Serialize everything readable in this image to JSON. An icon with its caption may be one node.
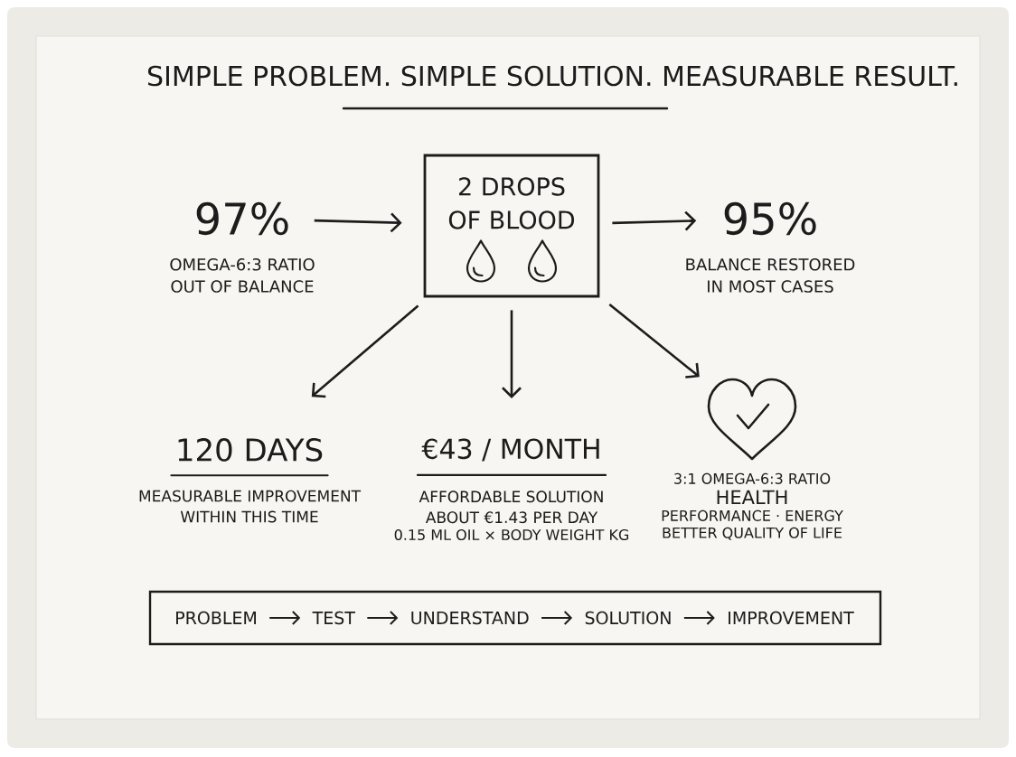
{
  "diagram": {
    "title": "SIMPLE PROBLEM. SIMPLE SOLUTION. MEASURABLE RESULT.",
    "nodes": [
      {
        "text": [
          "97%",
          "OMEGA-6:3 RATIO OUT OF BALANCE"
        ]
      },
      {
        "text": [
          "2 DROPS OF BLOOD"
        ]
      },
      {
        "text": [
          "95%",
          "BALANCE RESTORED IN MOST CASES"
        ]
      },
      {
        "text": [
          "120 DAYS",
          "MEASURABLE IMPROVEMENT WITHIN THIS TIME"
        ]
      },
      {
        "text": [
          "€43 / MONTH",
          "AFFORDABLE SOLUTION ABOUT €1.43 PER DAY",
          "0.15 ML OIL × BODY WEIGHT KG"
        ]
      },
      {
        "text": [],
        "shape": "heart",
        "beside": [
          "3:1 OMEGA-6:3 RATIO",
          "HEALTH",
          "PERFORMANCE · ENERGY",
          "BETTER QUALITY OF LIFE"
        ]
      },
      {
        "text": [],
        "shape": "box"
      },
      {
        "text": [
          "PROBLEM"
        ],
        "in": 6
      },
      {
        "text": [
          "TEST"
        ],
        "in": 6
      },
      {
        "text": [
          "UNDERSTAND"
        ],
        "in": 6
      },
      {
        "text": [
          "SOLUTION"
        ],
        "in": 6
      },
      {
        "text": [
          "IMPROVEMENT"
        ],
        "in": 6
      }
    ],
    "edges": [
      {
        "from": 0,
        "to": 1,
        "arrow": "to"
      },
      {
        "from": 1,
        "to": 2,
        "arrow": "to"
      },
      {
        "from": 1,
        "to": 3,
        "arrow": "to"
      },
      {
        "from": 1,
        "to": 4,
        "arrow": "to"
      },
      {
        "from": 1,
        "to": 5,
        "arrow": "to"
      },
      {
        "from": 7,
        "to": 8,
        "arrow": "to"
      },
      {
        "from": 8,
        "to": 9,
        "arrow": "to"
      },
      {
        "from": 9,
        "to": 10,
        "arrow": "to"
      },
      {
        "from": 10,
        "to": 11,
        "arrow": "to"
      }
    ]
  }
}
